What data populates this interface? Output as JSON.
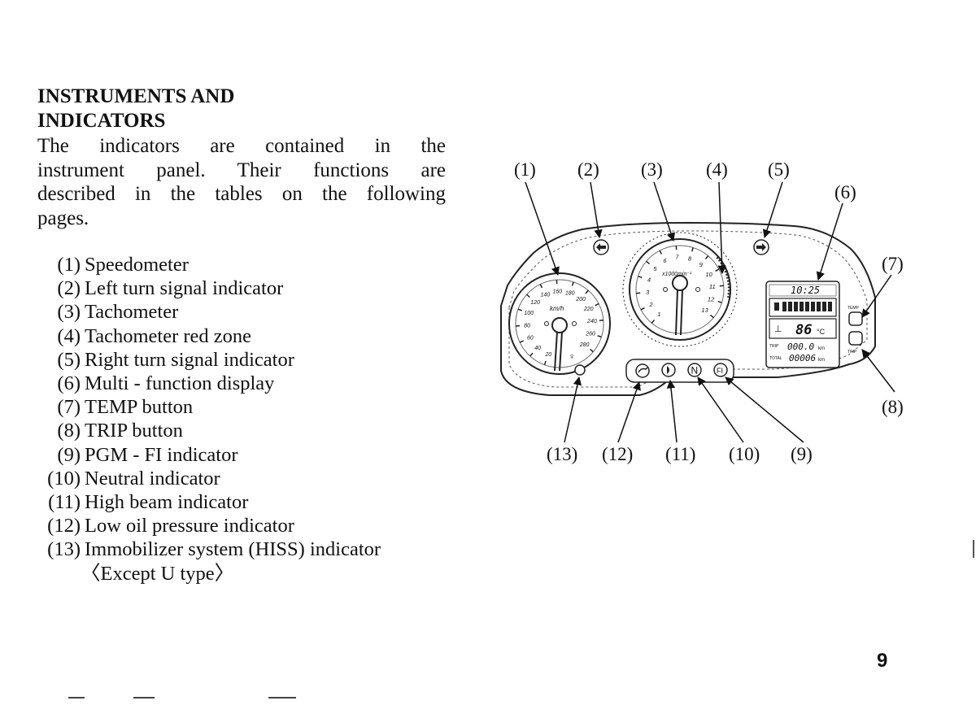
{
  "heading": {
    "line1": "INSTRUMENTS AND",
    "line2": "INDICATORS"
  },
  "intro": {
    "line1": "The indicators are contained in the",
    "line2": "instrument panel. Their functions are",
    "line3": "described in the tables on the following",
    "line4": "pages."
  },
  "legend": [
    {
      "num": "(1)",
      "text": "Speedometer"
    },
    {
      "num": "(2)",
      "text": "Left turn signal indicator"
    },
    {
      "num": "(3)",
      "text": "Tachometer"
    },
    {
      "num": "(4)",
      "text": "Tachometer red zone"
    },
    {
      "num": "(5)",
      "text": "Right turn signal indicator"
    },
    {
      "num": "(6)",
      "text": "Multi - function display"
    },
    {
      "num": "(7)",
      "text": "TEMP button"
    },
    {
      "num": "(8)",
      "text": "TRIP button"
    },
    {
      "num": "(9)",
      "text": "PGM - FI indicator"
    },
    {
      "num": "(10)",
      "text": "Neutral indicator"
    },
    {
      "num": "(11)",
      "text": "High beam indicator"
    },
    {
      "num": "(12)",
      "text": "Low oil pressure indicator"
    },
    {
      "num": "(13)",
      "text": "Immobilizer system (HISS) indicator"
    }
  ],
  "legend_note": "〈Except U type〉",
  "page_number": "9",
  "figure": {
    "callouts": [
      "(1)",
      "(2)",
      "(3)",
      "(4)",
      "(5)",
      "(6)",
      "(7)",
      "(8)",
      "(9)",
      "(10)",
      "(11)",
      "(12)",
      "(13)"
    ],
    "speedometer": {
      "unit": "km/h",
      "ticks": [
        "20",
        "40",
        "60",
        "80",
        "100",
        "120",
        "140",
        "160",
        "180",
        "200",
        "220",
        "240",
        "260",
        "280"
      ]
    },
    "tachometer": {
      "unit": "x1000min⁻¹",
      "ticks": [
        "1",
        "2",
        "3",
        "4",
        "5",
        "6",
        "7",
        "8",
        "9",
        "10",
        "11",
        "12",
        "13"
      ]
    },
    "display": {
      "clock": "10:25",
      "temp": "86",
      "temp_unit": "°C",
      "trip": "000.0",
      "trip_unit": "km",
      "total": "00006",
      "total_unit": "km",
      "trip_label": "TRIP",
      "total_label": "TOTAL"
    },
    "buttons": {
      "temp": "TEMP",
      "trip": "TRIP"
    },
    "indicators": {
      "neutral": "N",
      "fi": "FI"
    }
  }
}
